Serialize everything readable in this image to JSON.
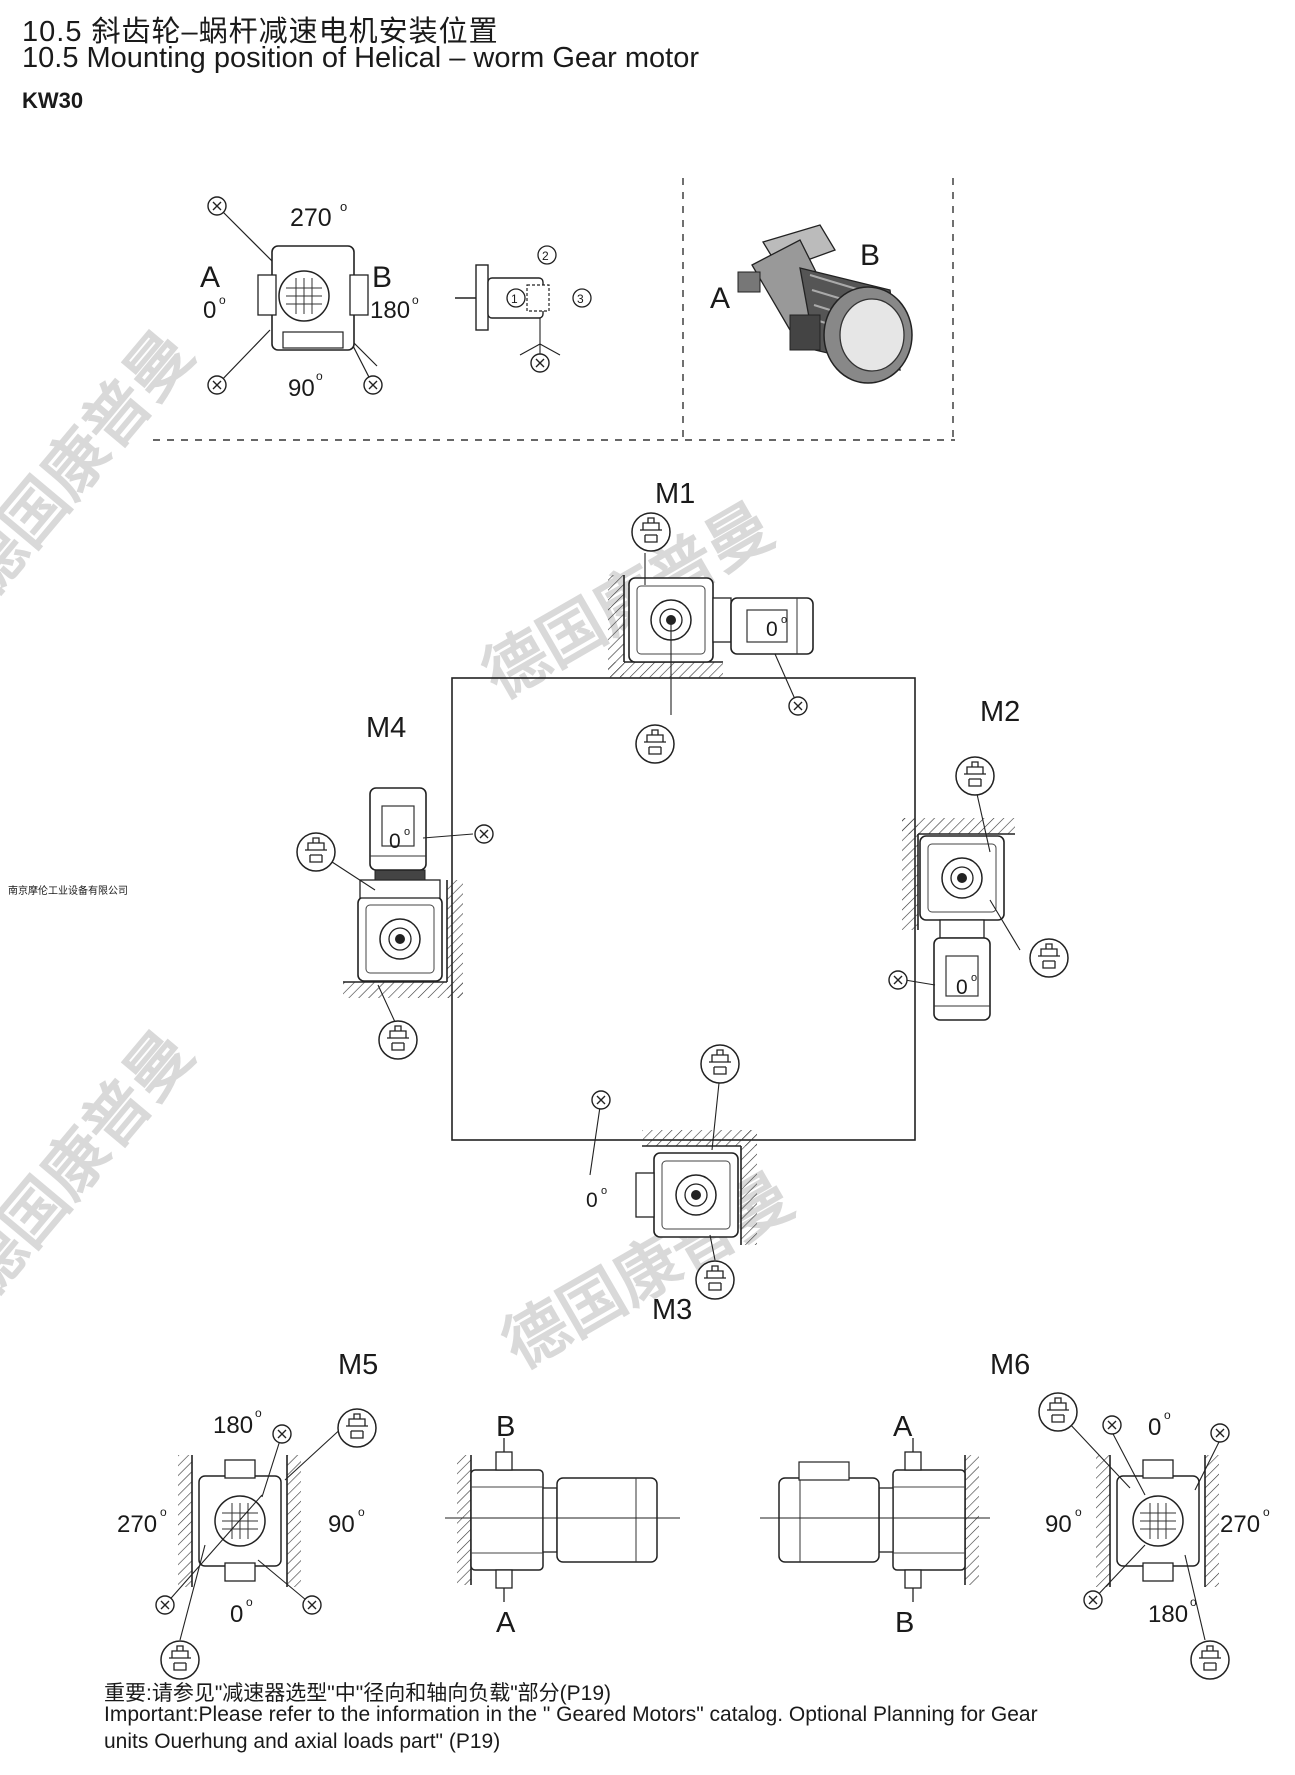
{
  "header": {
    "title_cn": "10.5 斜齿轮–蜗杆减速电机安装位置",
    "title_en": "10.5 Mounting position of Helical – worm Gear motor",
    "model": "KW30"
  },
  "sidebar_company": "南京摩伦工业设备有限公司",
  "watermark": "德国康普曼",
  "reference": {
    "angles": {
      "top": "270",
      "left": "0",
      "right": "180",
      "bottom": "90"
    },
    "sides": {
      "left": "A",
      "right": "B"
    },
    "x_mark": "x",
    "terminal_positions": [
      "1",
      "2",
      "3"
    ],
    "motor_sides": {
      "a": "A",
      "b": "B"
    }
  },
  "positions": {
    "m1": "M1",
    "m2": "M2",
    "m3": "M3",
    "m4": "M4",
    "m5": "M5",
    "m6": "M6"
  },
  "terminal_box_angle": "0",
  "m5_angles": {
    "top": "180",
    "left": "270",
    "right": "90",
    "bottom": "0"
  },
  "m5_side": {
    "top": "B",
    "bottom": "A"
  },
  "m6_angles": {
    "top": "0",
    "left": "90",
    "right": "270",
    "bottom": "180"
  },
  "m6_side": {
    "top": "A",
    "bottom": "B"
  },
  "notes": {
    "cn": "重要:请参见\"减速器选型\"中\"径向和轴向负载\"部分(P19)",
    "en_line1": "Important:Please refer to the information in the \" Geared Motors\" catalog. Optional Planning for Gear",
    "en_line2": "units Ouerhung and axial loads part\" (P19)"
  },
  "colors": {
    "ink": "#1a1a1a",
    "watermark": "#d9d9d9"
  }
}
